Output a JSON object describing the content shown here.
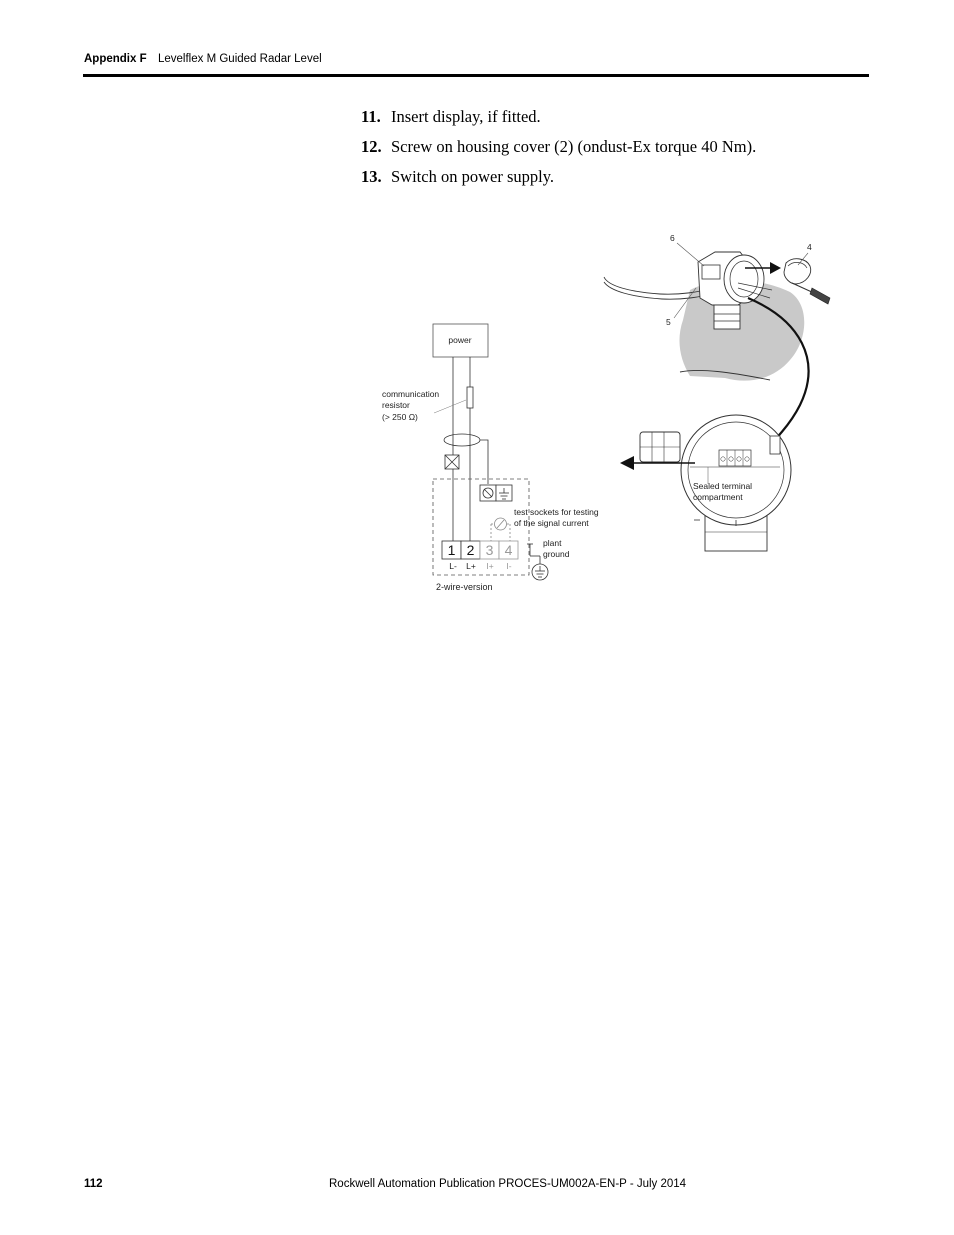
{
  "header": {
    "appendix": "Appendix F",
    "title": "Levelflex M Guided Radar Level"
  },
  "steps": [
    {
      "num": "11.",
      "text": "Insert display, if fitted."
    },
    {
      "num": "12.",
      "text": "Screw on housing cover (2) (ondust-Ex torque 40 Nm)."
    },
    {
      "num": "13.",
      "text": "Switch on power supply."
    }
  ],
  "figure": {
    "callouts": [
      "6",
      "4",
      "5"
    ],
    "power_label": "power",
    "resistor_label": [
      "communication",
      "resistor",
      "(> 250  Ω)"
    ],
    "test_sockets_label": [
      "test sockets for testing",
      "of the signal current"
    ],
    "plant_ground_label": [
      "plant",
      "ground"
    ],
    "terminals": [
      "1",
      "2",
      "3",
      "4"
    ],
    "terminal_signs": [
      "L-",
      "L+",
      "I+",
      "I-"
    ],
    "version_label": "2-wire-version",
    "sealed_label": [
      "Sealed terminal",
      "compartment"
    ]
  },
  "footer": {
    "page_number": "112",
    "publication": "Rockwell Automation Publication PROCES-UM002A-EN-P - July 2014"
  }
}
